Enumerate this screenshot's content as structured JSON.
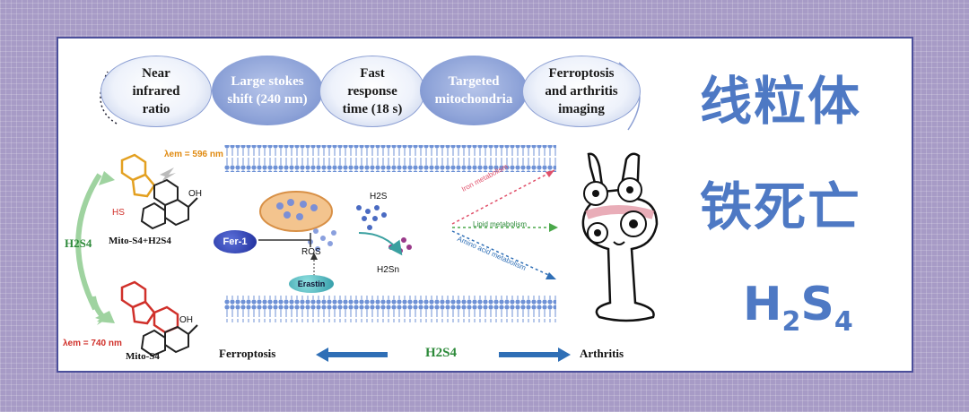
{
  "features": [
    {
      "text": "Near\ninfrared\nratio"
    },
    {
      "text": "Large stokes\nshift (240 nm)"
    },
    {
      "text": "Fast\nresponse\ntime (18 s)"
    },
    {
      "text": "Targeted\nmitochondria"
    },
    {
      "text": "Ferroptosis\nand arthritis\nimaging"
    }
  ],
  "chinese_titles": [
    "线粒体",
    "铁死亡"
  ],
  "formula": {
    "h": "H",
    "sub1": "2",
    "s": "S",
    "sub2": "4"
  },
  "probe": {
    "lambda_top": "λem = 596 nm",
    "product_label": "Mito-S4+H2S4",
    "lambda_bottom": "λem = 740 nm",
    "probe_label": "Mito-S4",
    "h2s4_arrow": "H2S4",
    "hs": "HS",
    "oh_top": "OH",
    "oh_bottom": "OH"
  },
  "cell": {
    "fer1": "Fer-1",
    "ros": "ROS",
    "erastin": "Erastin",
    "h2s": "H2S",
    "h2sn": "H2Sn"
  },
  "pathways": [
    "Iron metabolism",
    "Lipid metabolism",
    "Amino acid metabolism"
  ],
  "bottom": {
    "left": "Ferroptosis",
    "center": "H2S4",
    "right": "Arthritis"
  },
  "colors": {
    "accent_blue": "#4e79c4",
    "green": "#2d8a3a",
    "red": "#d0302a",
    "orange": "#e08a10",
    "arrow_blue": "#2f6fb6"
  }
}
